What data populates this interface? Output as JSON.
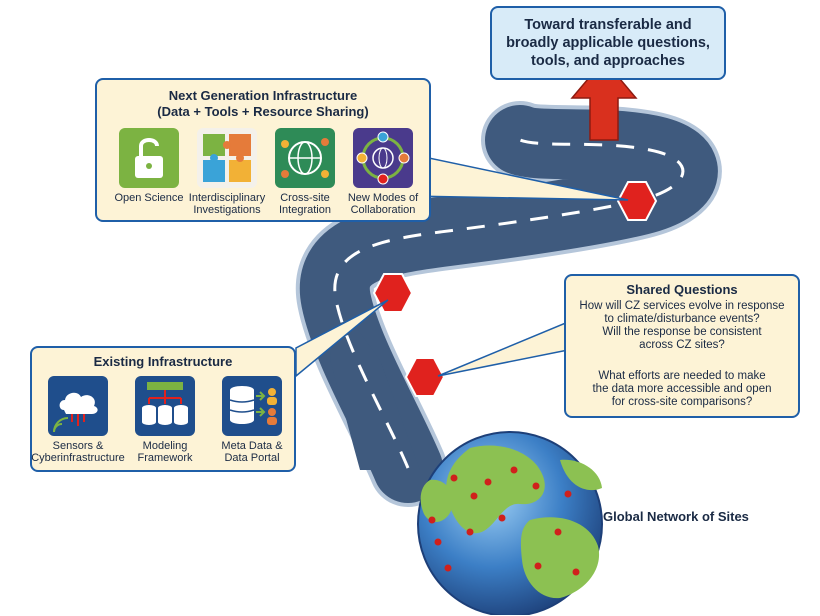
{
  "goal": {
    "text": "Toward transferable and broadly applicable questions, tools, and approaches"
  },
  "next_gen": {
    "title_line1": "Next Generation Infrastructure",
    "title_line2": "(Data + Tools + Resource Sharing)",
    "items": [
      {
        "label_line1": "Open Science",
        "label_line2": "",
        "icon": "unlocked-padlock-icon",
        "color": "#7cb342"
      },
      {
        "label_line1": "Interdisciplinary",
        "label_line2": "Investigations",
        "icon": "puzzle-pieces-icon",
        "color": "#e57b3a"
      },
      {
        "label_line1": "Cross-site",
        "label_line2": "Integration",
        "icon": "network-globe-icon",
        "color": "#2e8b57"
      },
      {
        "label_line1": "New Modes of",
        "label_line2": "Collaboration",
        "icon": "collaboration-globe-icon",
        "color": "#4a3a8c"
      }
    ]
  },
  "existing": {
    "title": "Existing Infrastructure",
    "items": [
      {
        "label_line1": "Sensors &",
        "label_line2": "Cyberinfrastructure",
        "icon": "cloud-sensor-icon",
        "color": "#1f4e8c"
      },
      {
        "label_line1": "Modeling",
        "label_line2": "Framework",
        "icon": "model-framework-icon",
        "color": "#1f4e8c"
      },
      {
        "label_line1": "Meta Data &",
        "label_line2": "Data Portal",
        "icon": "database-users-icon",
        "color": "#1f4e8c"
      }
    ]
  },
  "shared": {
    "title": "Shared Questions",
    "q1_lines": [
      "How will CZ services evolve in response",
      "to climate/disturbance events?",
      "Will the response be consistent",
      "across CZ sites?"
    ],
    "q2_lines": [
      "What efforts are needed to make",
      "the data more accessible and open",
      "for cross-site comparisons?"
    ]
  },
  "globe_label": "Global Network of Sites",
  "colors": {
    "road": "#3f5a7e",
    "road_edge": "#b5c6da",
    "lane": "#ffffff",
    "marker": "#e0221e",
    "arrow": "#d9301e",
    "ocean": "#3c7fc6",
    "land": "#8cc152",
    "site": "#d0201c"
  }
}
